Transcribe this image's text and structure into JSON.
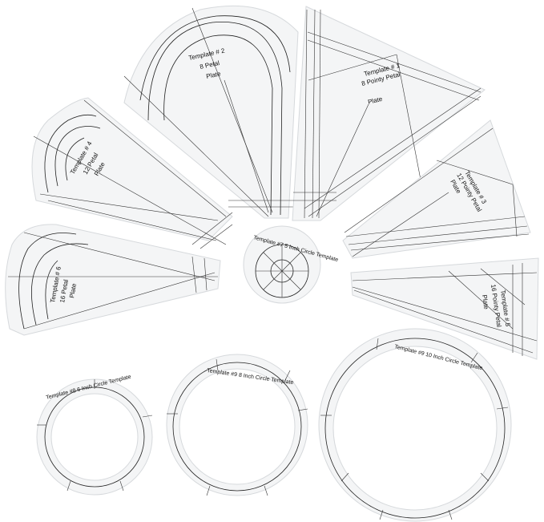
{
  "templates": {
    "t1": {
      "line1": "Template # 1",
      "line2": "8 Pointy Petal",
      "line3": "Plate"
    },
    "t2": {
      "line1": "Template # 2",
      "line2": "8 Petal",
      "line3": "Plate"
    },
    "t3": {
      "line1": "Template # 3",
      "line2": "12 Pointy Petal",
      "line3": "Plate"
    },
    "t4": {
      "line1": "Template # 4",
      "line2": "12 Petal",
      "line3": "Plate"
    },
    "t5": {
      "line1": "Template # 5",
      "line2": "16 Pointy Petal",
      "line3": "Plate"
    },
    "t6": {
      "line1": "Template # 6",
      "line2": "16 Petal",
      "line3": "Plate"
    },
    "t7": {
      "label": "Template #7 5 Inch Circle Template"
    },
    "t8": {
      "label": "Template #8 6 Inch Circle Template"
    },
    "t9a": {
      "label": "Template #9 8 Inch Circle Template"
    },
    "t9b": {
      "label": "Template #9 10 Inch Circle Template"
    }
  }
}
